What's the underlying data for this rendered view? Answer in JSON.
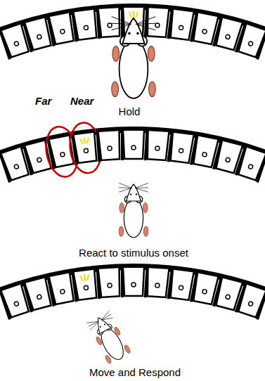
{
  "diagram": {
    "labels": [
      "Hold",
      "Far",
      "Near",
      "React to stimulus onset",
      "Move and Respond"
    ]
  }
}
